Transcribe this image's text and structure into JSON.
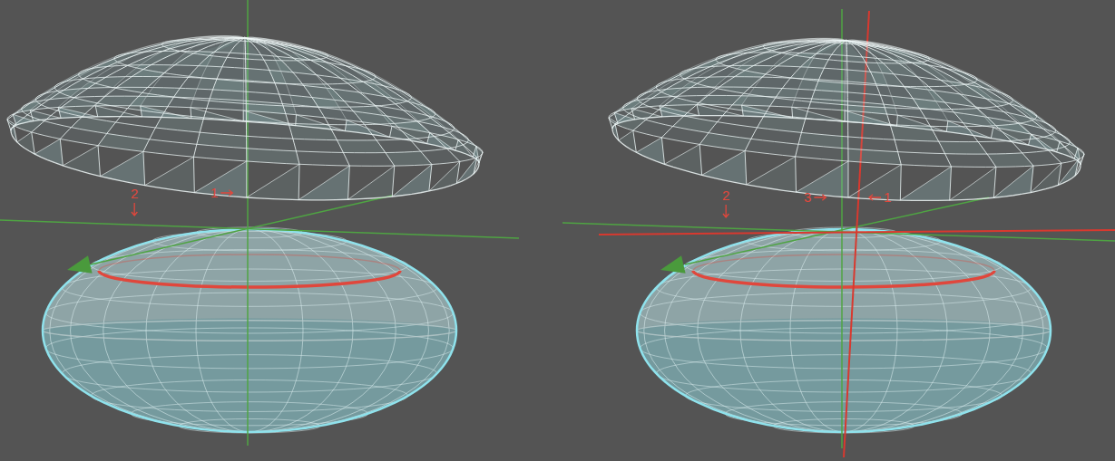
{
  "diagram": {
    "labels": [
      "2",
      "1",
      "2",
      "3",
      "1"
    ]
  }
}
